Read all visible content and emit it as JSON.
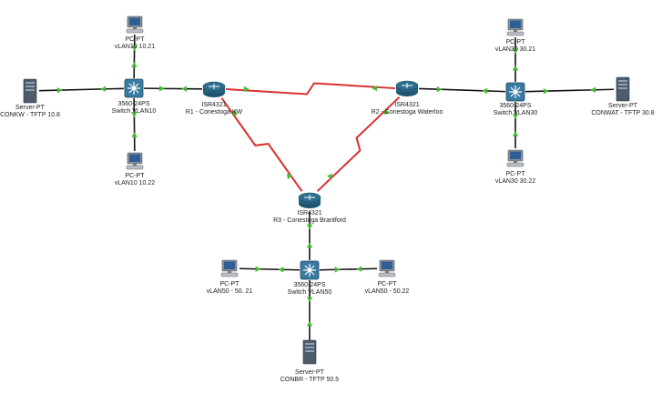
{
  "colors": {
    "ethernet": "#111111",
    "serial": "#d93030",
    "port_up": "#44bb33",
    "router": "#2d6f8e",
    "switch": "#3a7aa0",
    "pc_body": "#8a9099",
    "screen": "#2e5f94",
    "server": "#4d5c6b"
  },
  "devices": [
    {
      "id": "pc_vlan10_21",
      "type": "pc",
      "lines": [
        "PC-PT",
        "vLAN10 10.21"
      ]
    },
    {
      "id": "server_conkw",
      "type": "server",
      "lines": [
        "Server-PT",
        "CONKW - TFTP 10.8"
      ]
    },
    {
      "id": "switch_vlan10",
      "type": "switch",
      "lines": [
        "3560-24PS",
        "Switch VLAN10"
      ]
    },
    {
      "id": "pc_vlan10_22",
      "type": "pc",
      "lines": [
        "PC-PT",
        "vLAN10  10.22"
      ]
    },
    {
      "id": "r1",
      "type": "router",
      "lines": [
        "ISR4321",
        "R1 - Conestoga KW"
      ]
    },
    {
      "id": "r2",
      "type": "router",
      "lines": [
        "ISR4321",
        "R2 - Conestoga Waterloo"
      ]
    },
    {
      "id": "pc_vlan30_21",
      "type": "pc",
      "lines": [
        "PC-PT",
        "vLAN30 30.21"
      ]
    },
    {
      "id": "switch_vlan30",
      "type": "switch",
      "lines": [
        "3560-24PS",
        "Switch VLAN30"
      ]
    },
    {
      "id": "server_conwat",
      "type": "server",
      "lines": [
        "Server-PT",
        "CONWAT - TFTP 30.8"
      ]
    },
    {
      "id": "pc_vlan30_22",
      "type": "pc",
      "lines": [
        "PC-PT",
        "vLAN30 30.22"
      ]
    },
    {
      "id": "r3",
      "type": "router",
      "lines": [
        "ISR4321",
        "R3 - Conestoga Brantford"
      ]
    },
    {
      "id": "pc_vlan50_21",
      "type": "pc",
      "lines": [
        "PC-PT",
        "vLAN50 - 50. 21"
      ]
    },
    {
      "id": "switch_vlan50",
      "type": "switch",
      "lines": [
        "3560-24PS",
        "Switch VLAN50"
      ]
    },
    {
      "id": "pc_vlan50_22",
      "type": "pc",
      "lines": [
        "PC-PT",
        "vLAN50 - 50.22"
      ]
    },
    {
      "id": "server_conbr",
      "type": "server",
      "lines": [
        "Server-PT",
        "CONBR - TFTP 50.5"
      ]
    }
  ],
  "links": [
    {
      "from": "server_conkw",
      "to": "switch_vlan10",
      "kind": "ethernet"
    },
    {
      "from": "pc_vlan10_21",
      "to": "switch_vlan10",
      "kind": "ethernet"
    },
    {
      "from": "pc_vlan10_22",
      "to": "switch_vlan10",
      "kind": "ethernet"
    },
    {
      "from": "switch_vlan10",
      "to": "r1",
      "kind": "ethernet"
    },
    {
      "from": "r1",
      "to": "r2",
      "kind": "serial"
    },
    {
      "from": "r1",
      "to": "r3",
      "kind": "serial"
    },
    {
      "from": "r2",
      "to": "r3",
      "kind": "serial"
    },
    {
      "from": "r2",
      "to": "switch_vlan30",
      "kind": "ethernet"
    },
    {
      "from": "pc_vlan30_21",
      "to": "switch_vlan30",
      "kind": "ethernet"
    },
    {
      "from": "pc_vlan30_22",
      "to": "switch_vlan30",
      "kind": "ethernet"
    },
    {
      "from": "switch_vlan30",
      "to": "server_conwat",
      "kind": "ethernet"
    },
    {
      "from": "r3",
      "to": "switch_vlan50",
      "kind": "ethernet"
    },
    {
      "from": "pc_vlan50_21",
      "to": "switch_vlan50",
      "kind": "ethernet"
    },
    {
      "from": "pc_vlan50_22",
      "to": "switch_vlan50",
      "kind": "ethernet"
    },
    {
      "from": "switch_vlan50",
      "to": "server_conbr",
      "kind": "ethernet"
    }
  ]
}
